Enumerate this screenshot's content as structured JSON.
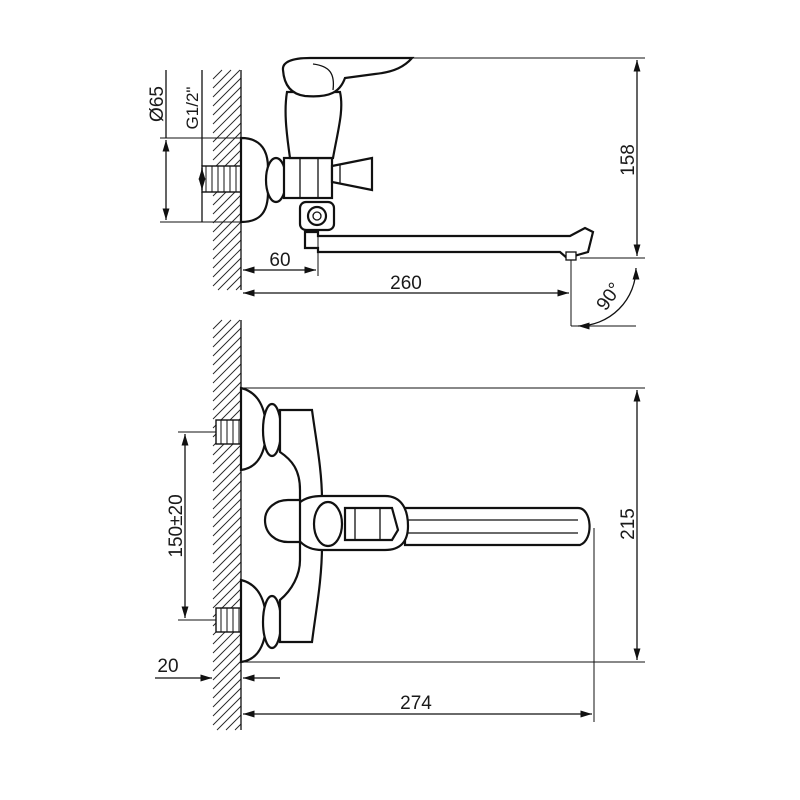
{
  "dimensions": {
    "diameter": "Ø65",
    "thread": "G1/2\"",
    "height_158": "158",
    "offset_60": "60",
    "spout_260": "260",
    "angle_90": "90°",
    "height_215": "215",
    "centers_150": "150±20",
    "wall_20": "20",
    "length_274": "274"
  }
}
